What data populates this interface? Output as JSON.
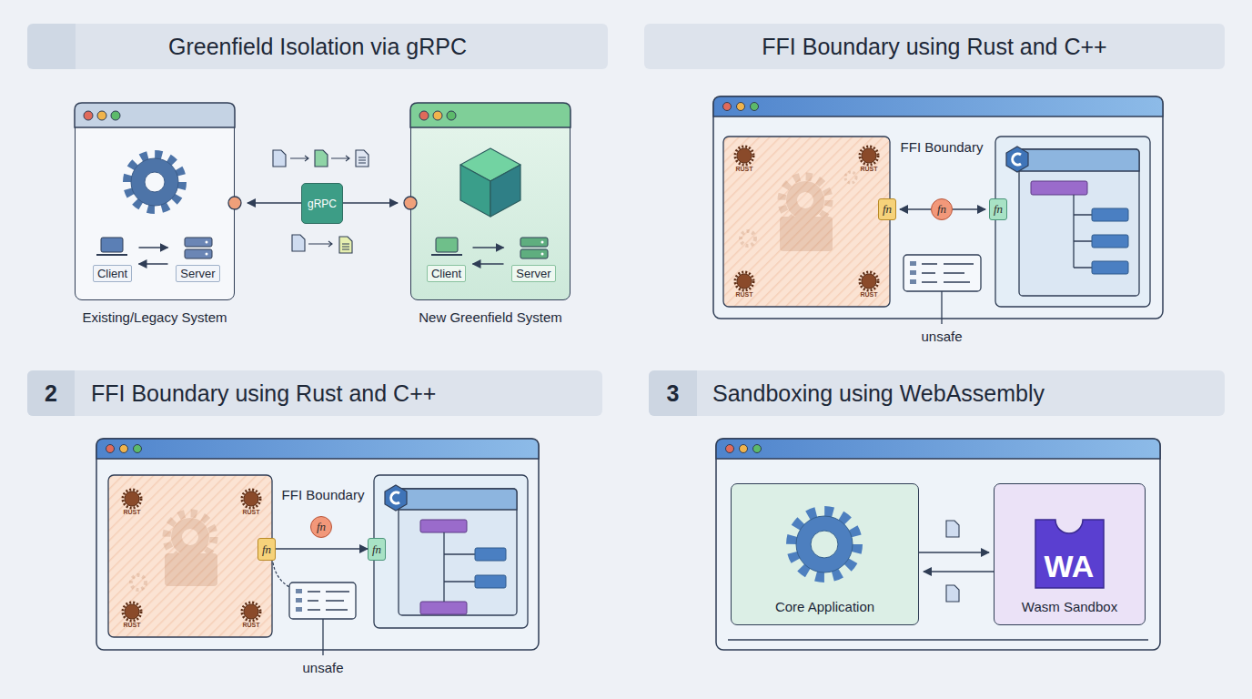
{
  "diagram": {
    "nodes": [
      {
        "text": [
          "Greenfield Isolation via gRPC"
        ]
      },
      {
        "text": [
          "Existing/Legacy System"
        ]
      },
      {
        "text": [
          "Client"
        ],
        "in": 1
      },
      {
        "text": [
          "Server"
        ],
        "in": 1
      },
      {
        "text": [
          "gRPC"
        ]
      },
      {
        "text": [
          "New Greenfield System"
        ]
      },
      {
        "text": [
          "Client"
        ],
        "in": 5
      },
      {
        "text": [
          "Server"
        ],
        "in": 5
      },
      {
        "text": [
          "FFI Boundary using Rust and C++"
        ]
      },
      {
        "text": [
          "fn"
        ]
      },
      {
        "text": [
          "fn"
        ]
      },
      {
        "text": [
          "fn"
        ]
      },
      {
        "text": [
          "FFI Boundary using Rust and C++"
        ]
      },
      {
        "text": [
          "2"
        ],
        "in": 12
      },
      {
        "text": [
          "fn"
        ]
      },
      {
        "text": [
          "fn"
        ]
      },
      {
        "text": [
          "fn"
        ]
      },
      {
        "text": [
          "Sandboxing using WebAssembly"
        ]
      },
      {
        "text": [
          "3"
        ],
        "in": 17
      },
      {
        "text": [
          "Core Application"
        ]
      },
      {
        "text": [
          "Wasm Sandbox"
        ]
      }
    ],
    "edges": [
      {
        "from": 2,
        "to": 3,
        "arrow": "to"
      },
      {
        "from": 3,
        "to": 2,
        "arrow": "to"
      },
      {
        "from": 4,
        "to": 1,
        "arrow": "to"
      },
      {
        "from": 4,
        "to": 5,
        "arrow": "to"
      },
      {
        "from": 6,
        "to": 7,
        "arrow": "to"
      },
      {
        "from": 7,
        "to": 6,
        "arrow": "to"
      },
      {
        "from": 10,
        "to": 9,
        "arrow": "to"
      },
      {
        "from": 10,
        "to": 11,
        "arrow": "to"
      },
      {
        "from": 14,
        "to": 16,
        "arrow": "to"
      },
      {
        "from": 19,
        "to": 20,
        "arrow": "to"
      },
      {
        "from": 20,
        "to": 19,
        "arrow": "to"
      }
    ],
    "labels": [
      "FFI Boundary",
      "RUST",
      "RUST",
      "RUST",
      "RUST",
      "unsafe",
      "FFI Boundary",
      "RUST",
      "RUST",
      "RUST",
      "RUST",
      "unsafe",
      "WA"
    ]
  }
}
